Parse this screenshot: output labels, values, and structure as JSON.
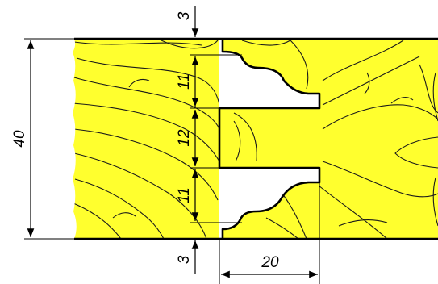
{
  "colors": {
    "wood": "#ffff2e",
    "grain": "#1a1a1a",
    "outline": "#000000",
    "background": "#ffffff"
  },
  "dimensions": {
    "total_height": "40",
    "top_offset": "3",
    "upper_lip": "11",
    "groove_width": "12",
    "lower_lip": "11",
    "bottom_offset": "3",
    "groove_depth": "20"
  }
}
